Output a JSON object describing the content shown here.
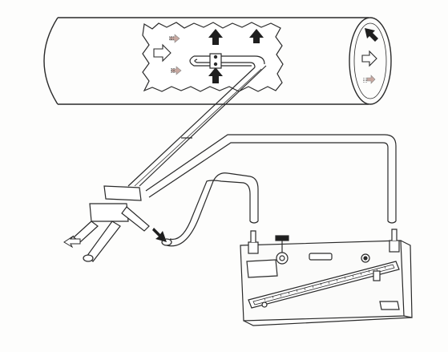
{
  "figure": {
    "subject": "pitot-static-tube-in-duct-with-inclined-manometer",
    "colors": {
      "paper": "#fdfdfc",
      "ink": "#2a2a2a",
      "gray_arrow": "#bdbdbd",
      "dark_arrow": "#1e1e1e"
    },
    "icons": {
      "flow_arrow": "hollow-right-arrow",
      "pressure_arrow": "solid-up-arrow",
      "outlet_arrow": "solid-down-right-arrow"
    }
  }
}
